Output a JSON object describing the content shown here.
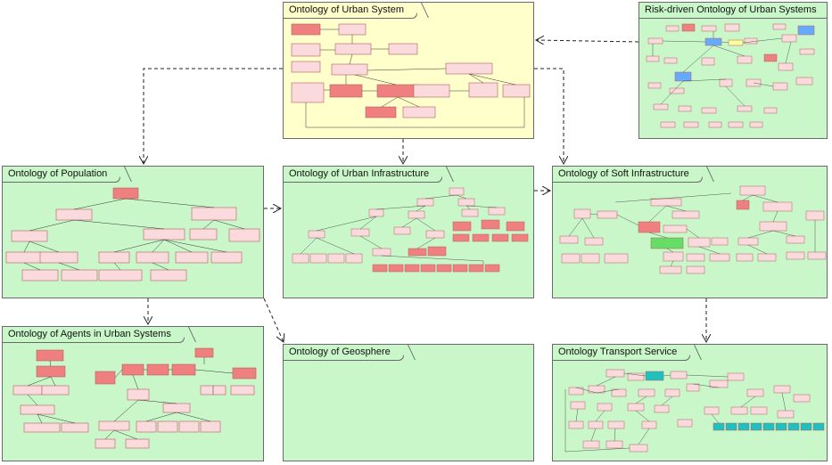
{
  "packages": {
    "urban_system": {
      "title": "Ontology of Urban System"
    },
    "risk_driven": {
      "title": "Risk-driven Ontology of Urban Systems"
    },
    "population": {
      "title": "Ontology of Population"
    },
    "urban_infrastructure": {
      "title": "Ontology of Urban Infrastructure"
    },
    "soft_infrastructure": {
      "title": "Ontology of Soft Infrastructure"
    },
    "agents": {
      "title": "Ontology of Agents in Urban Systems"
    },
    "geosphere": {
      "title": "Ontology of Geosphere"
    },
    "transport": {
      "title": "Ontology Transport Service"
    }
  },
  "colors": {
    "green_fill": "#c9f7c9",
    "yellow_fill": "#ffffcc",
    "class_fill": "#fadadd",
    "class_highlight": "#f08080",
    "class_teal": "#20c0c0",
    "class_yellow": "#ffff99",
    "class_blue": "#66aaff"
  }
}
